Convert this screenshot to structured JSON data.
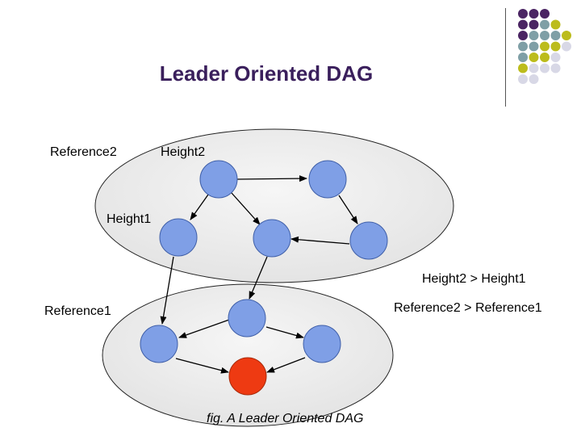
{
  "title": "Leader Oriented DAG",
  "labels": {
    "reference2": "Reference2",
    "height2": "Height2",
    "height1": "Height1",
    "reference1": "Reference1",
    "height_compare": "Height2 > Height1",
    "reference_compare": "Reference2 > Reference1"
  },
  "caption": "fig. A Leader Oriented DAG",
  "colors": {
    "title": "#3a1f5c",
    "node": "#7f9fe6",
    "leader_node": "#ee3a12",
    "ellipse_fill": "#eeeeee",
    "dot_purple": "#4b2563",
    "dot_teal": "#7f9fa6",
    "dot_yellow": "#bcbc1c",
    "dot_lavender": "#d8d8e6"
  },
  "decoration_dots": [
    [
      "dot_purple",
      "dot_purple",
      "dot_purple",
      "",
      ""
    ],
    [
      "dot_purple",
      "dot_purple",
      "dot_teal",
      "dot_yellow",
      ""
    ],
    [
      "dot_purple",
      "dot_teal",
      "dot_teal",
      "dot_teal",
      "dot_yellow"
    ],
    [
      "dot_teal",
      "dot_teal",
      "dot_yellow",
      "dot_yellow",
      "dot_lavender"
    ],
    [
      "dot_teal",
      "dot_yellow",
      "dot_yellow",
      "dot_lavender",
      ""
    ],
    [
      "dot_yellow",
      "dot_lavender",
      "dot_lavender",
      "dot_lavender",
      ""
    ],
    [
      "dot_lavender",
      "dot_lavender",
      "",
      "",
      ""
    ]
  ]
}
